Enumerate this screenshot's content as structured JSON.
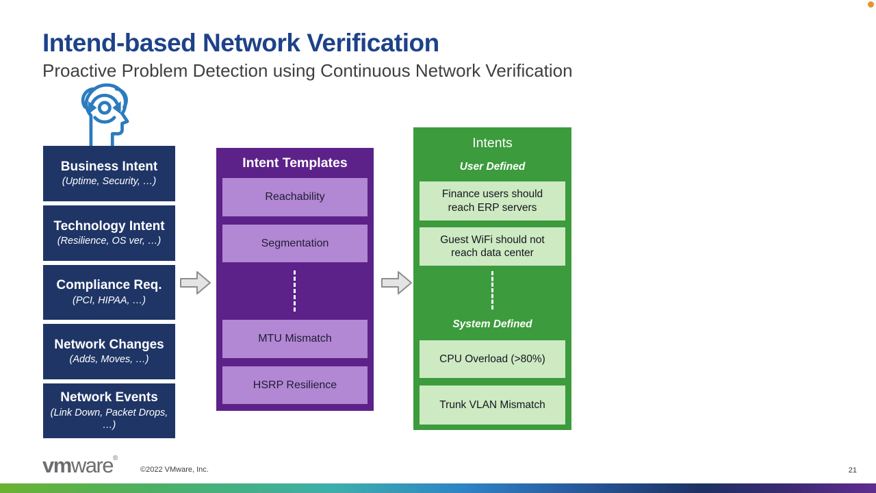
{
  "slide": {
    "title": "Intend-based Network Verification",
    "subtitle": "Proactive Problem Detection using Continuous Network Verification",
    "copyright": "©2022 VMware, Inc.",
    "page_number": "21",
    "logo": {
      "vm": "vm",
      "ware": "ware",
      "reg": "®"
    }
  },
  "inputs": [
    {
      "title": "Business Intent",
      "subtitle": "(Uptime, Security, …)"
    },
    {
      "title": "Technology Intent",
      "subtitle": "(Resilience, OS ver, …)"
    },
    {
      "title": "Compliance Req.",
      "subtitle": "(PCI, HIPAA, …)"
    },
    {
      "title": "Network Changes",
      "subtitle": "(Adds, Moves, …)"
    },
    {
      "title": "Network Events",
      "subtitle": "(Link Down, Packet Drops, …)"
    }
  ],
  "templates": {
    "header": "Intent Templates",
    "items_top": [
      "Reachability",
      "Segmentation"
    ],
    "items_bottom": [
      "MTU Mismatch",
      "HSRP Resilience"
    ]
  },
  "intents": {
    "header": "Intents",
    "user_defined_label": "User Defined",
    "user_items": [
      "Finance users should reach ERP servers",
      "Guest WiFi should not reach data center"
    ],
    "system_defined_label": "System Defined",
    "system_items": [
      "CPU Overload (>80%)",
      "Trunk VLAN Mismatch"
    ]
  },
  "icons": [
    "mindset-head-icon",
    "right-arrow-icon",
    "record-dot"
  ],
  "colors": {
    "title_blue": "#1d4289",
    "subtitle_gray": "#3f3f41",
    "navy_box": "#1f3566",
    "purple_panel": "#5c2289",
    "purple_item": "#b287d4",
    "green_panel": "#3c9b3c",
    "green_item": "#cdeac2",
    "icon_blue": "#2b7bbf",
    "arrow_fill": "#e4e4e4",
    "arrow_stroke": "#8c8c8c",
    "record_dot_orange": "#e8922e",
    "bottom_gradient": [
      "#6ab232",
      "#3dafab",
      "#2e83c6",
      "#1d3163",
      "#5f2d91"
    ]
  }
}
